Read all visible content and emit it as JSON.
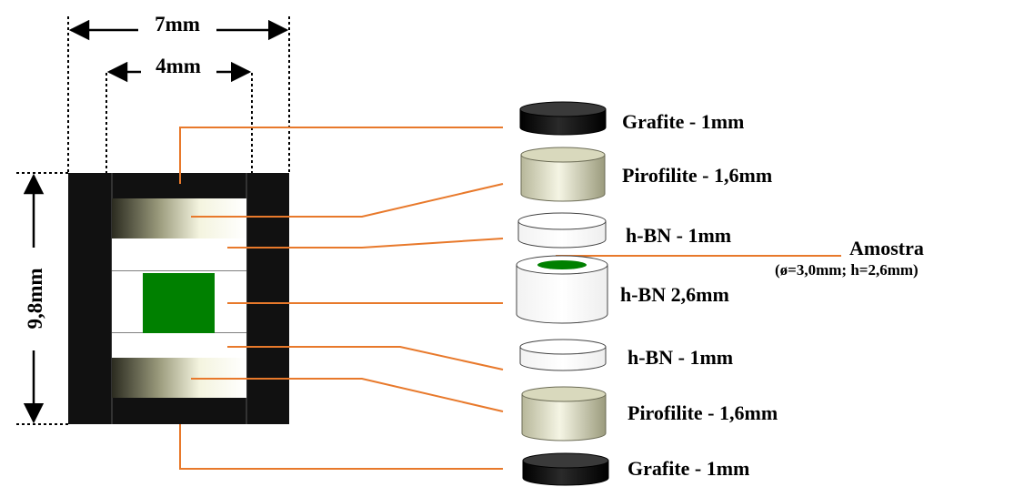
{
  "dimensions": {
    "outer_width": "7mm",
    "inner_width": "4mm",
    "height": "9,8mm"
  },
  "labels": {
    "grafite_top": "Grafite - 1mm",
    "pirofilite_top": "Pirofilite - 1,6mm",
    "hbn_top": "h-BN - 1mm",
    "amostra": "Amostra",
    "amostra_dims": "(ø=3,0mm; h=2,6mm)",
    "hbn_middle": "h-BN 2,6mm",
    "hbn_bottom": "h-BN - 1mm",
    "pirofilite_bottom": "Pirofilite - 1,6mm",
    "grafite_bottom": "Grafite - 1mm"
  },
  "colors": {
    "leader_line": "#e8792b",
    "graphite": "#111111",
    "pyrophyllite": "#e6e6c2",
    "hbn": "#ffffff",
    "sample": "#008000"
  }
}
